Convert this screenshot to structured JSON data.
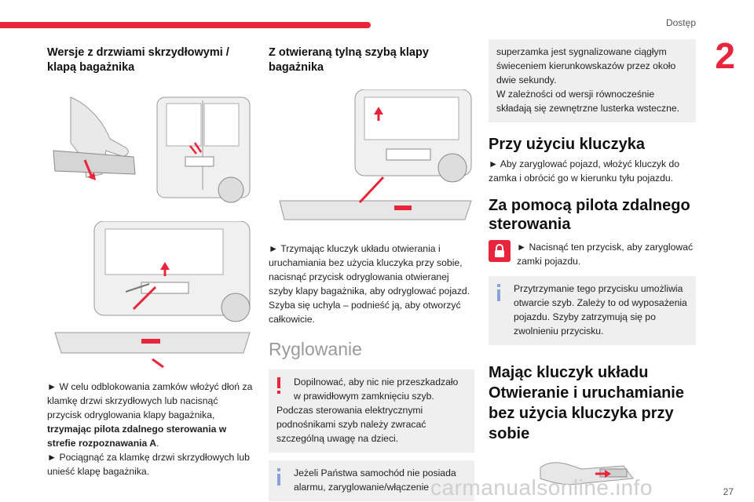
{
  "header": {
    "section": "Dostęp",
    "chapter": "2"
  },
  "col1": {
    "heading": "Wersje z drzwiami skrzydłowymi / klapą bagażnika",
    "para1_a": "► W celu odblokowania zamków włożyć dłoń za klamkę drzwi skrzydłowych lub nacisnąć przycisk odryglowania klapy bagażnika, ",
    "para1_b": "trzymając pilota zdalnego sterowania w strefie rozpoznawania A",
    "para1_c": ".",
    "para2": "► Pociągnąć za klamkę drzwi skrzydłowych lub unieść klapę bagażnika."
  },
  "col2": {
    "heading": "Z otwieraną tylną szybą klapy bagażnika",
    "para1": "► Trzymając kluczyk układu otwierania i uruchamiania bez użycia kluczyka przy sobie, nacisnąć przycisk odryglowania otwieranej szyby klapy bagażnika, aby odryglować pojazd. Szyba się uchyla – podnieść ją, aby otworzyć całkowicie.",
    "section_title": "Ryglowanie",
    "warning_l1": "Dopilnować, aby nic nie przeszkadzało w prawidłowym zamknięciu szyb.",
    "warning_l2": "Podczas sterowania elektrycznymi podnośnikami szyb należy zwracać szczególną uwagę na dzieci.",
    "info": "Jeżeli Państwa samochód nie posiada alarmu, zaryglowanie/włączenie"
  },
  "col3": {
    "info_top": "superzamka jest sygnalizowane ciągłym świeceniem kierunkowskazów przez około dwie sekundy.",
    "info_top2": "W zależności od wersji równocześnie składają się zewnętrzne lusterka wsteczne.",
    "h_key": "Przy użyciu kluczyka",
    "key_para": "► Aby zaryglować pojazd, włożyć kluczyk do zamka i obrócić go w kierunku tyłu pojazdu.",
    "h_remote": "Za pomocą pilota zdalnego sterowania",
    "remote_para": "► Nacisnąć ten przycisk, aby zaryglować zamki pojazdu.",
    "remote_info": "Przytrzymanie tego przycisku umożliwia otwarcie szyb. Zależy to od wyposażenia pojazdu. Szyby zatrzymują się po zwolnieniu przycisku.",
    "h_keyless": "Mając kluczyk układu Otwieranie i uruchamianie bez użycia kluczyka przy sobie"
  },
  "footer": {
    "page": "27"
  },
  "watermark": "carmanualsonline.info",
  "colors": {
    "accent": "#e8253a",
    "info": "#8aa3d8",
    "box": "#efefef"
  },
  "icons": [
    "warning-icon",
    "info-icon",
    "lock-icon",
    "red-arrow-icon"
  ]
}
